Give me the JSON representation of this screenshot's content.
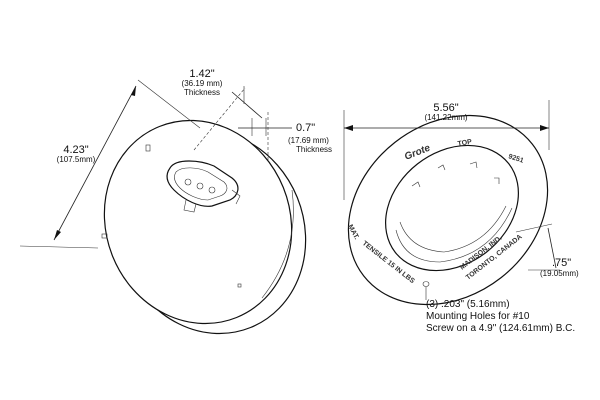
{
  "lamp_view": {
    "thickness": {
      "value": "1.42\"",
      "metric": "(36.19 mm)",
      "caption": "Thickness"
    },
    "diameter": {
      "value": "4.23\"",
      "metric": "(107.5mm)"
    },
    "flange_thickness": {
      "value": "0.7\"",
      "metric": "(17.69 mm)",
      "caption": "Thickness"
    }
  },
  "flange_view": {
    "outer_diameter": {
      "value": "5.56\"",
      "metric": "(141.22mm)"
    },
    "height": {
      "value": ".75\"",
      "metric": "(19.05mm)"
    },
    "mounting_note": {
      "line1": "(3) .203\" (5.16mm)",
      "line2": "Mounting Holes for #10",
      "line3": "Screw on a 4.9\" (124.61mm) B.C."
    },
    "embossed": {
      "logo": "Grote",
      "top": "TOP",
      "part": "9251",
      "mat": "MAT.",
      "tensile": "TENSILE 15 IN LBS",
      "maker": "MADISON, IND.",
      "city": "TORONTO, CANADA"
    }
  }
}
